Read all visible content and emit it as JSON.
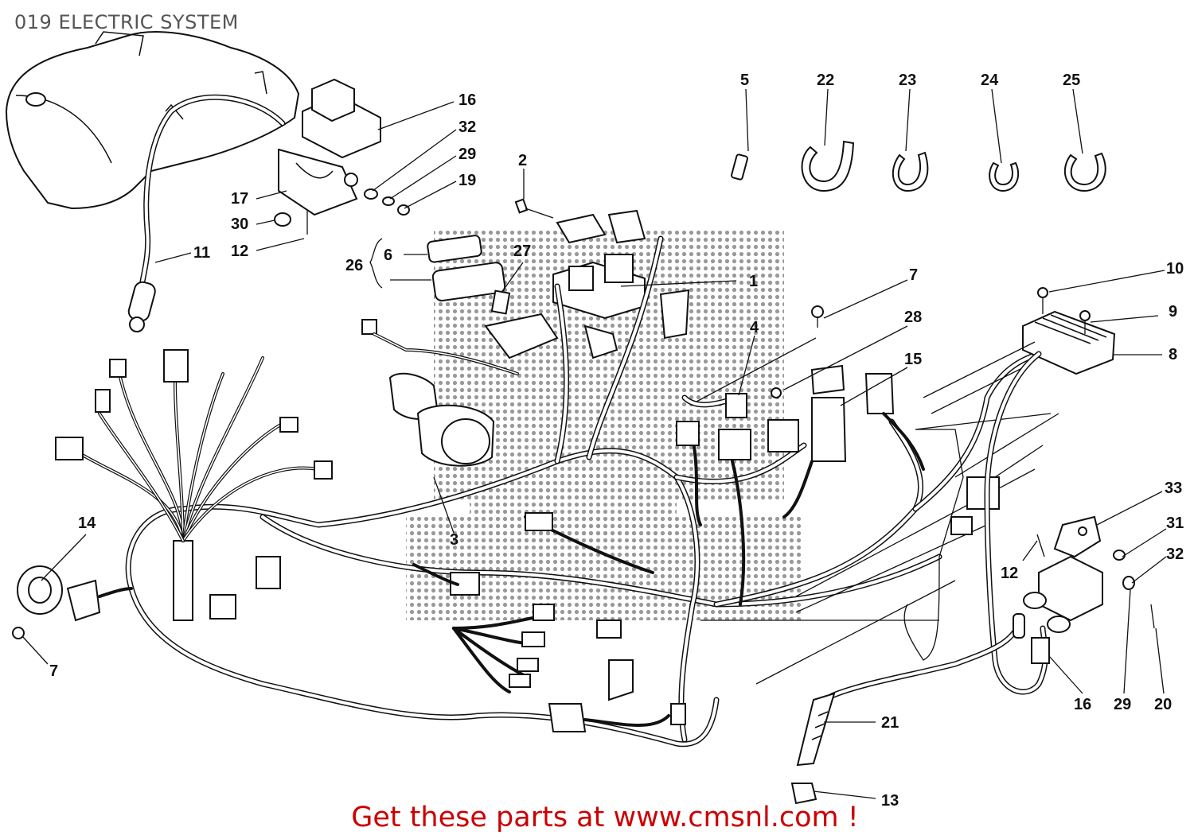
{
  "header": {
    "title": "019 ELECTRIC SYSTEM"
  },
  "footer": {
    "text": "Get these parts at www.cmsnl.com !"
  },
  "callouts": {
    "c5": "5",
    "c22": "22",
    "c23": "23",
    "c24": "24",
    "c25": "25",
    "c16a": "16",
    "c32a": "32",
    "c29a": "29",
    "c19": "19",
    "c17": "17",
    "c30": "30",
    "c12a": "12",
    "c11": "11",
    "c2": "2",
    "c26": "26",
    "c6": "6",
    "c27": "27",
    "c1": "1",
    "c7a": "7",
    "c10": "10",
    "c9": "9",
    "c8": "8",
    "c28": "28",
    "c4": "4",
    "c15": "15",
    "c14": "14",
    "c7b": "7",
    "c3": "3",
    "c33": "33",
    "c31": "31",
    "c32b": "32",
    "c12b": "12",
    "c16b": "16",
    "c29b": "29",
    "c20": "20",
    "c21": "21",
    "c13": "13"
  }
}
